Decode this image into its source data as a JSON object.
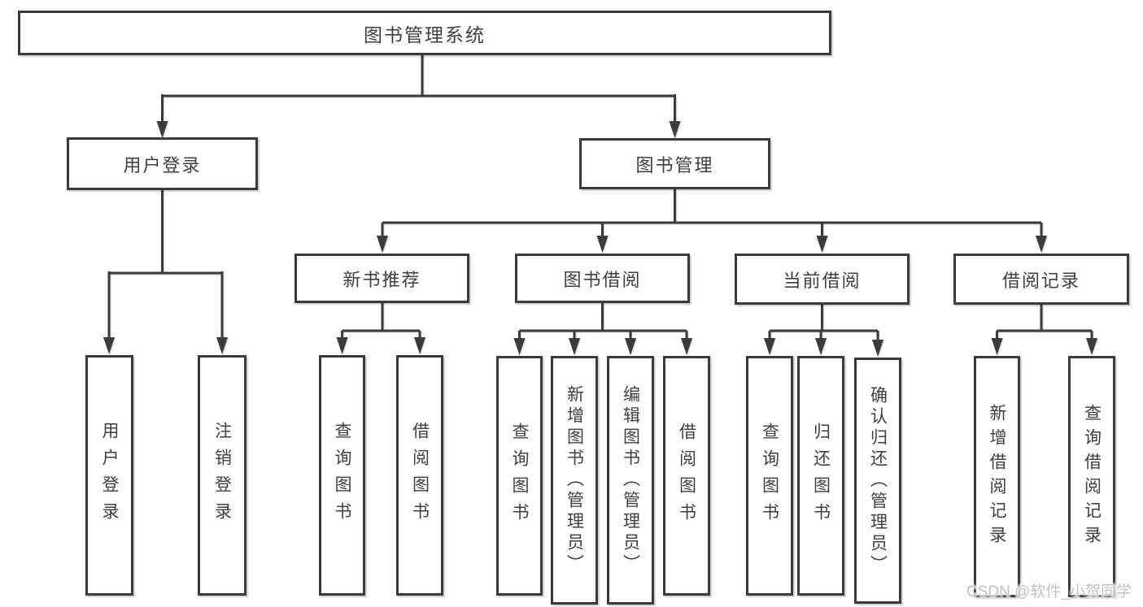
{
  "tree": {
    "label": "图书管理系统",
    "children": [
      {
        "label": "用户登录",
        "children": [
          {
            "label": "用户登录"
          },
          {
            "label": "注销登录"
          }
        ]
      },
      {
        "label": "图书管理",
        "children": [
          {
            "label": "新书推荐",
            "children": [
              {
                "label": "查询图书"
              },
              {
                "label": "借阅图书"
              }
            ]
          },
          {
            "label": "图书借阅",
            "children": [
              {
                "label": "查询图书"
              },
              {
                "label": "新增图书（管理员）"
              },
              {
                "label": "编辑图书（管理员）"
              },
              {
                "label": "借阅图书"
              }
            ]
          },
          {
            "label": "当前借阅",
            "children": [
              {
                "label": "查询图书"
              },
              {
                "label": "归还图书"
              },
              {
                "label": "确认归还（管理员）"
              }
            ]
          },
          {
            "label": "借阅记录",
            "children": [
              {
                "label": "新增借阅记录"
              },
              {
                "label": "查询借阅记录"
              }
            ]
          }
        ]
      }
    ]
  },
  "watermark": "CSDN @软件_小贺同学",
  "colors": {
    "line": "#3b3b3b",
    "text": "#3f3f3f",
    "background": "#ffffff",
    "watermark": "#c2c2c2"
  }
}
